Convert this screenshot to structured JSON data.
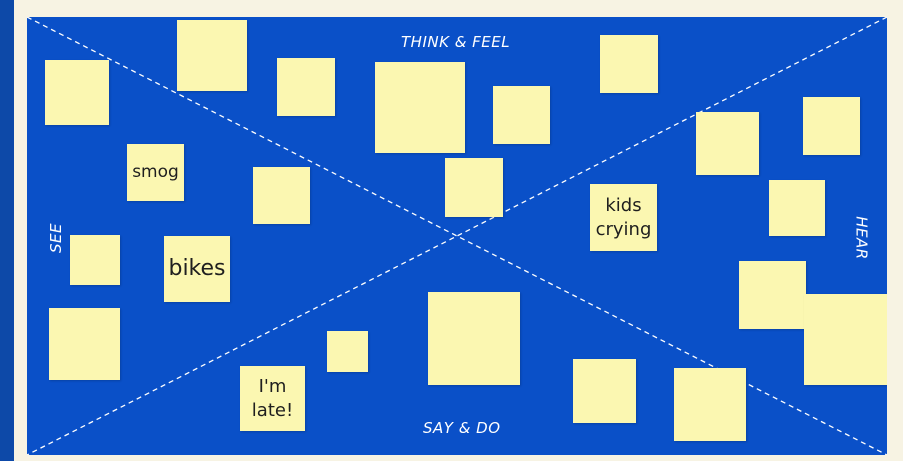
{
  "board": {
    "background_color": "#0a50c8",
    "sticky_color": "#fbf7b1",
    "labels": {
      "think_feel": "THINK & FEEL",
      "see": "SEE",
      "hear": "HEAR",
      "say_do": "SAY & DO"
    },
    "notes": {
      "smog": "smog",
      "bikes": "bikes",
      "kids_crying": "kids\ncrying",
      "im_late": "I'm\nlate!"
    }
  }
}
